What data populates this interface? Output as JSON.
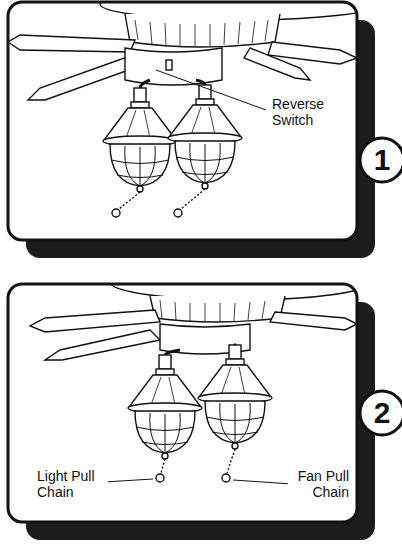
{
  "diagram": {
    "nodes": [
      {
        "text": [
          "1"
        ]
      },
      {
        "text": [
          "2"
        ]
      }
    ],
    "labels": [
      "Reverse Switch",
      "Light Pull Chain",
      "Fan Pull Chain"
    ]
  }
}
